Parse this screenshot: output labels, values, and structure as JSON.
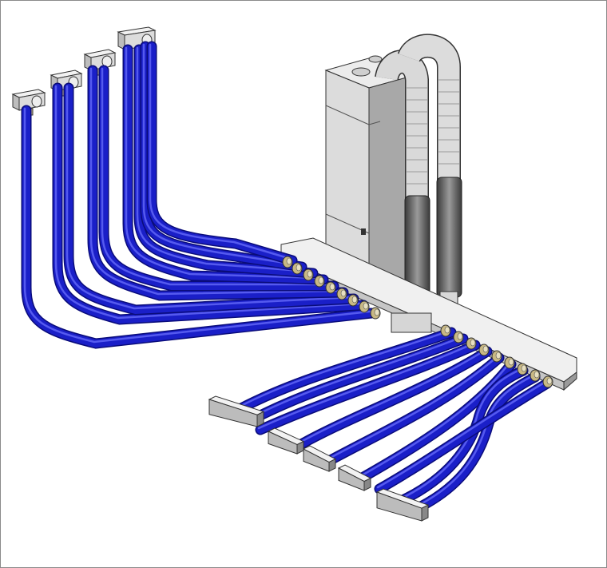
{
  "colors": {
    "pipe": "#1a1fc8",
    "pipe_dark": "#0a0c7a",
    "pipe_highlight": "#6f74ff",
    "metal": "#d4d4d4",
    "metal_dark": "#8c8c8c",
    "outline": "#333333",
    "insulation": "#6e6e6e",
    "frame": "#8a8a8a"
  },
  "icons": {
    "unit": "ventilation-unit-icon",
    "manifold": "distribution-manifold-icon",
    "outlet": "air-outlet-icon",
    "pipe": "flexible-duct-icon",
    "connector": "duct-connector-icon",
    "ducts": "insulated-duct-icon"
  },
  "counts": {
    "ceiling_outlets": 4,
    "supply_ducts_upper": 9,
    "floor_grilles": 5,
    "supply_ducts_lower": 9,
    "main_ducts": 2
  }
}
